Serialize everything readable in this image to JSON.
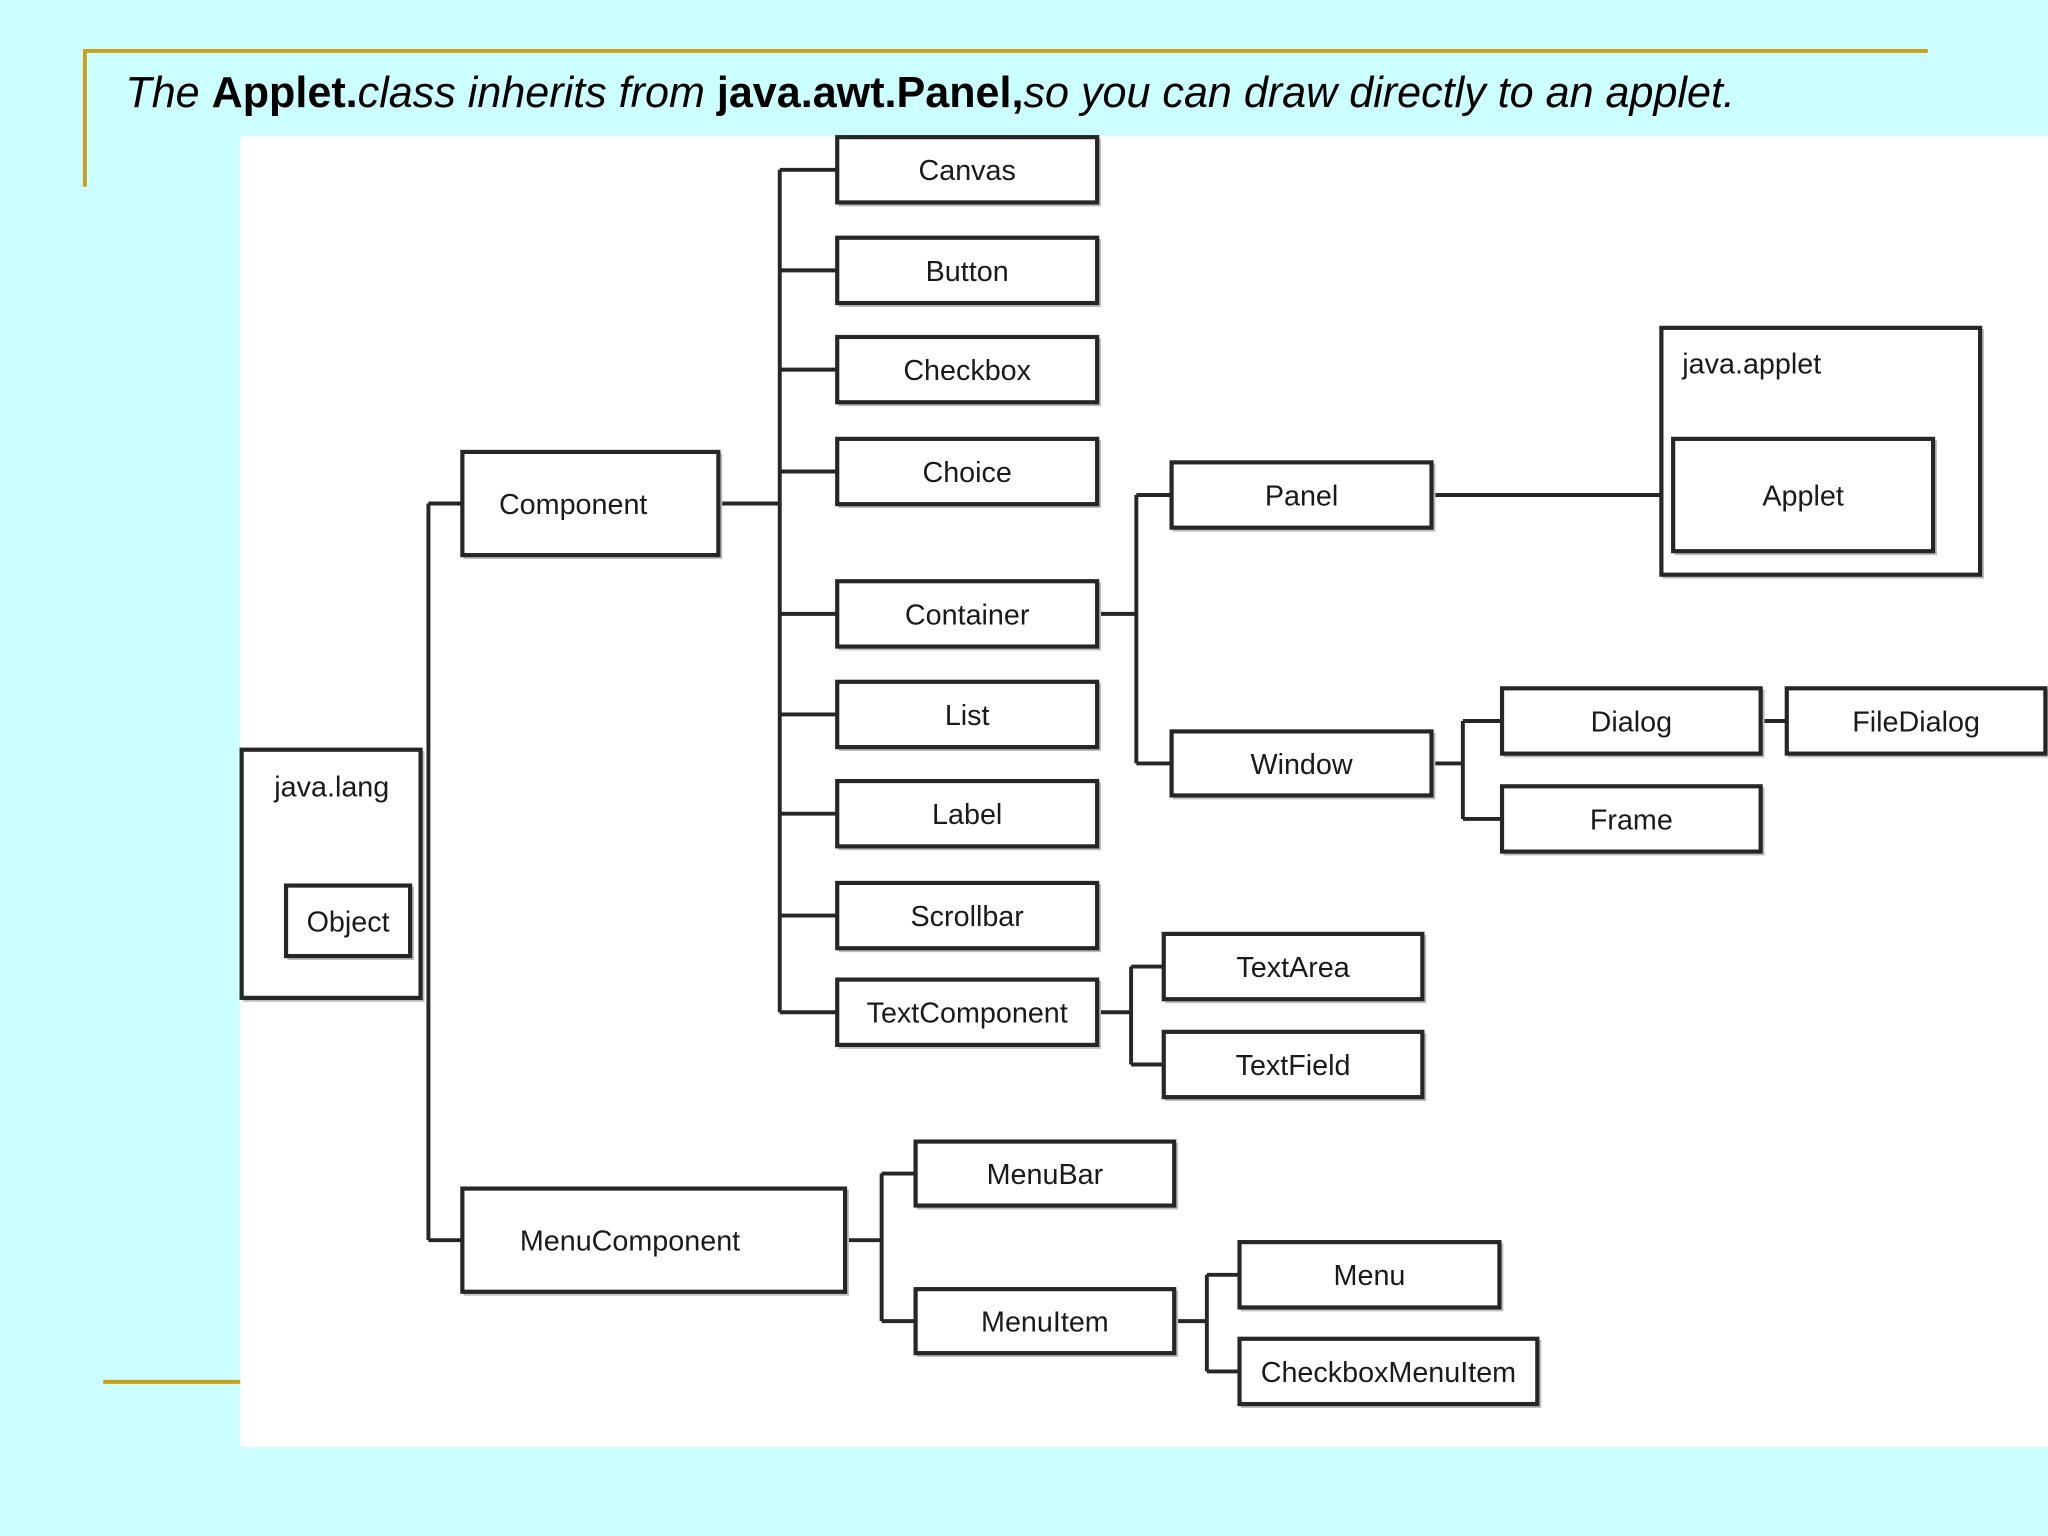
{
  "slide": {
    "background": "#ccffff",
    "accent": "#c9a019",
    "title_parts": [
      {
        "text": "The ",
        "bold": false
      },
      {
        "text": "Applet.",
        "bold": true
      },
      {
        "text": "class inherits from ",
        "bold": false
      },
      {
        "text": "java.awt.Panel,",
        "bold": true
      },
      {
        "text": "so you can draw directly to an applet.",
        "bold": false
      }
    ]
  },
  "diagram": {
    "packages": {
      "java_lang": "java.lang",
      "java_applet": "java.applet"
    },
    "nodes": {
      "object": "Object",
      "component": "Component",
      "menucomponent": "MenuComponent",
      "canvas": "Canvas",
      "button": "Button",
      "checkbox": "Checkbox",
      "choice": "Choice",
      "container": "Container",
      "list": "List",
      "label": "Label",
      "scrollbar": "Scrollbar",
      "textcomponent": "TextComponent",
      "panel": "Panel",
      "window": "Window",
      "applet": "Applet",
      "dialog": "Dialog",
      "filedialog": "FileDialog",
      "frame": "Frame",
      "textarea": "TextArea",
      "textfield": "TextField",
      "menubar": "MenuBar",
      "menuitem": "MenuItem",
      "menu": "Menu",
      "checkboxmenuitem": "CheckboxMenuItem"
    },
    "edges": [
      [
        "object",
        "component"
      ],
      [
        "object",
        "menucomponent"
      ],
      [
        "component",
        "canvas"
      ],
      [
        "component",
        "button"
      ],
      [
        "component",
        "checkbox"
      ],
      [
        "component",
        "choice"
      ],
      [
        "component",
        "container"
      ],
      [
        "component",
        "list"
      ],
      [
        "component",
        "label"
      ],
      [
        "component",
        "scrollbar"
      ],
      [
        "component",
        "textcomponent"
      ],
      [
        "container",
        "panel"
      ],
      [
        "container",
        "window"
      ],
      [
        "panel",
        "applet"
      ],
      [
        "window",
        "dialog"
      ],
      [
        "window",
        "frame"
      ],
      [
        "dialog",
        "filedialog"
      ],
      [
        "textcomponent",
        "textarea"
      ],
      [
        "textcomponent",
        "textfield"
      ],
      [
        "menucomponent",
        "menubar"
      ],
      [
        "menucomponent",
        "menuitem"
      ],
      [
        "menuitem",
        "menu"
      ],
      [
        "menuitem",
        "checkboxmenuitem"
      ]
    ]
  }
}
